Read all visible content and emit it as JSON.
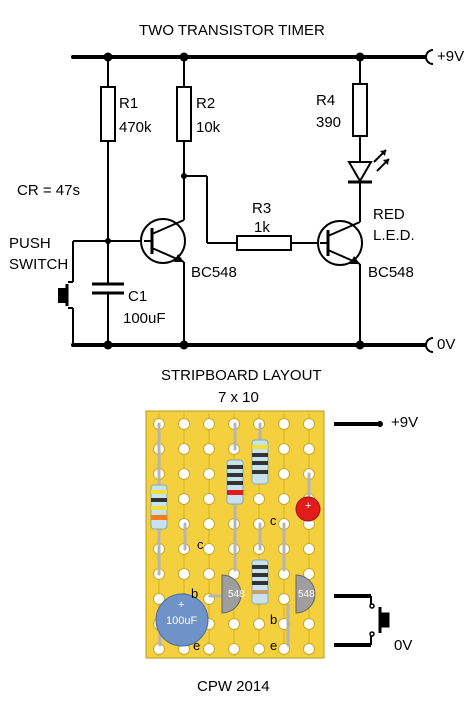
{
  "schematic": {
    "title": "TWO TRANSISTOR TIMER",
    "supply_pos": "+9V",
    "supply_neg": "0V",
    "cr_note": "CR = 47s",
    "push_switch_line1": "PUSH",
    "push_switch_line2": "SWITCH",
    "r1_name": "R1",
    "r1_value": "470k",
    "r2_name": "R2",
    "r2_value": "10k",
    "r3_name": "R3",
    "r3_value": "1k",
    "r4_name": "R4",
    "r4_value": "390",
    "c1_name": "C1",
    "c1_value": "100uF",
    "q1_type": "BC548",
    "q2_type": "BC548",
    "led_line1": "RED",
    "led_line2": "L.E.D."
  },
  "layout": {
    "title": "STRIPBOARD LAYOUT",
    "size": "7 x 10",
    "supply_pos": "+9V",
    "supply_neg": "0V",
    "cap_label": "100uF",
    "cap_plus": "+",
    "led_plus": "+",
    "t1_label": "548",
    "t2_label": "548",
    "pin_c1": "c",
    "pin_b1": "b",
    "pin_e1": "e",
    "pin_c2": "c",
    "pin_b2": "b",
    "pin_e2": "e",
    "board_color": "#f4d03f",
    "led_color": "#e31b1b",
    "cap_color": "#6f92c8",
    "transistor_color": "#9e9e9e"
  },
  "footer": {
    "credit": "CPW 2014"
  }
}
